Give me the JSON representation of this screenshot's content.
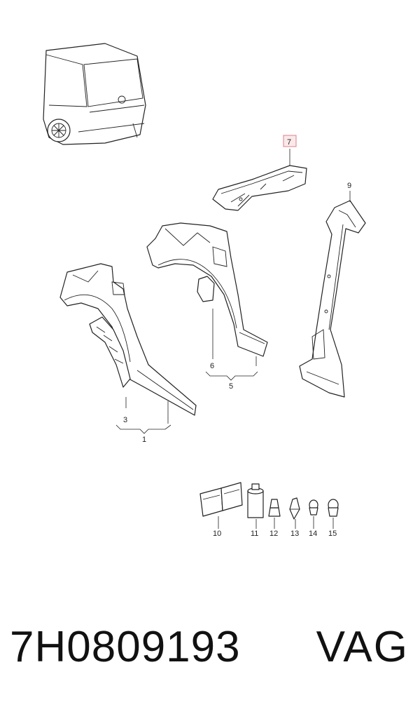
{
  "diagram": {
    "callouts": {
      "c1": "1",
      "c3": "3",
      "c5": "5",
      "c6": "6",
      "c7": "7",
      "c9": "9",
      "c10": "10",
      "c11": "11",
      "c12": "12",
      "c13": "13",
      "c14": "14",
      "c15": "15"
    },
    "highlight_color": "#d9828b"
  },
  "footer": {
    "part_number": "7H0809193",
    "brand": "VAG"
  }
}
